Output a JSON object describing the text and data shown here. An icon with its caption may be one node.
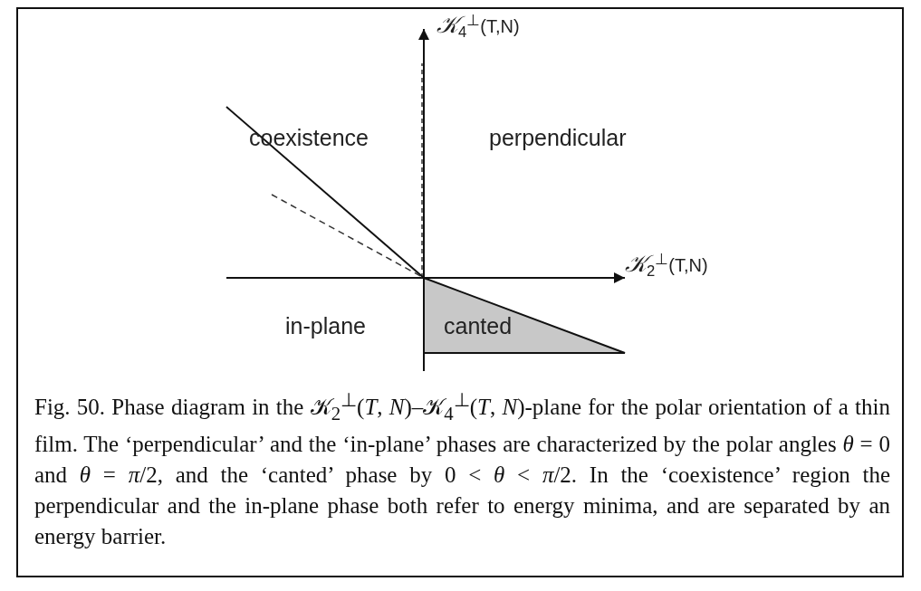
{
  "diagram": {
    "caption": "Fig. 50. Phase diagram in the 𝒦$_{2}$$^{⊥}$(*T*, *N*)–𝒦$_{4}$$^{⊥}$(*T*, *N*)-plane for the polar orientation of a thin film. The ‘perpendicular’ and the ‘in-plane’ phases are characterized by the polar angles *θ* = 0 and *θ* = *π*/2, and the ‘canted’ phase by 0 < *θ* < *π*/2. In the ‘coexistence’ region the perpendicular and the in-plane phase both refer to energy minima, and are separated by an energy barrier.",
    "nodes": [
      {
        "text": [
          "canted"
        ]
      }
    ],
    "labels": [
      "𝒦$_{4}$$^{⊥}$(T,N)",
      "coexistence",
      "perpendicular",
      "𝒦$_{2}$$^{⊥}$(T,N)",
      "in-plane"
    ]
  }
}
